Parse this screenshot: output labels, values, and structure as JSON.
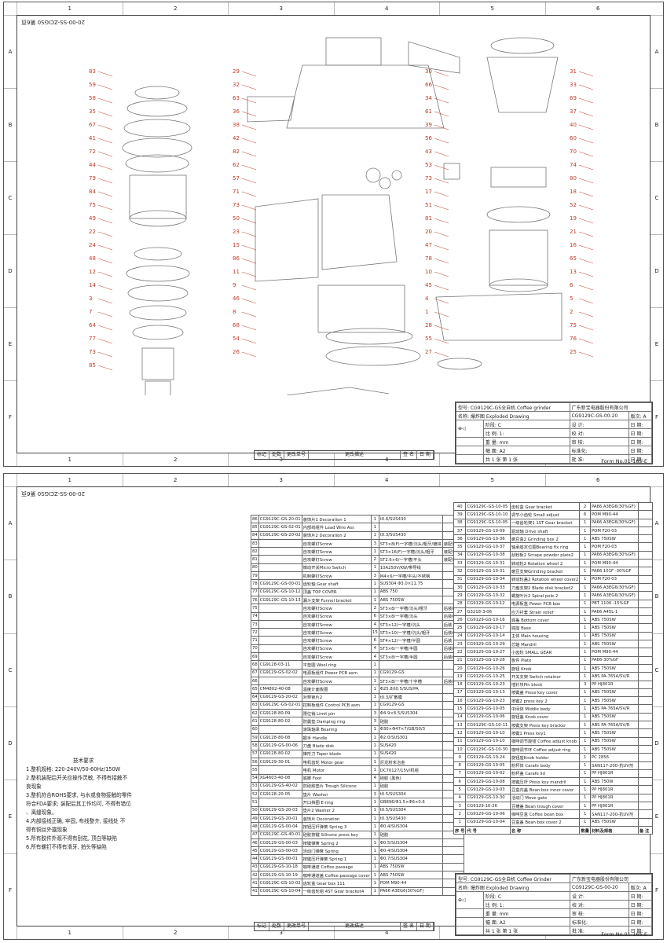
{
  "sheet1": {
    "stamp": "20-00-SS-ZCIGS0 第6页",
    "columns": [
      "1",
      "2",
      "3",
      "4",
      "5",
      "6"
    ],
    "rows": [
      "A",
      "B",
      "C",
      "D",
      "E",
      "F"
    ],
    "form_no": "Form No.01-165-E",
    "callouts": [
      "83",
      "29",
      "30",
      "31",
      "59",
      "32",
      "66",
      "33",
      "58",
      "63",
      "34",
      "69",
      "35",
      "36",
      "61",
      "37",
      "67",
      "38",
      "39",
      "40",
      "41",
      "42",
      "56",
      "60",
      "72",
      "82",
      "43",
      "70",
      "44",
      "62",
      "53",
      "74",
      "79",
      "57",
      "73",
      "80",
      "84",
      "71",
      "17",
      "18",
      "75",
      "73",
      "51",
      "52",
      "49",
      "50",
      "81",
      "19",
      "22",
      "23",
      "20",
      "21",
      "24",
      "15",
      "47",
      "16",
      "48",
      "86",
      "78",
      "65",
      "12",
      "11",
      "10",
      "13",
      "14",
      "9",
      "45",
      "6",
      "3",
      "46",
      "4",
      "5",
      "7",
      "8",
      "1",
      "2",
      "64",
      "68",
      "28",
      "75",
      "77",
      "54",
      "55",
      "76",
      "73",
      "26",
      "27",
      "25",
      "85"
    ],
    "title_block": {
      "model": "型号: CG9129C-GS全自机 Coffee grinder",
      "company": "广东新宝电器股份有限公司",
      "name": "名称: 爆炸图 Exploded Drawing",
      "drawing_no": "CG9129C-GS-00-20",
      "version": "版次: A",
      "stage": "阶段: C",
      "designer": "设 计:",
      "scale": "比 例: 1:",
      "weight": "重 量: mm",
      "size": "幅 面: A2",
      "sheets": "共 1 张 第 1 张",
      "checker": "校 对:",
      "reviewer": "审 核:",
      "standard": "标准化:",
      "approver": "批 准:",
      "date": "日 期:"
    },
    "revision": [
      "标记",
      "处数",
      "更改单号",
      "更改描述",
      "签 名",
      "日 期"
    ]
  },
  "sheet2": {
    "stamp": "20-00-SS-ZCIGS0 第6页",
    "form_no": "Form No.01-165-E",
    "notes_title": "技术要求",
    "notes": [
      "1.整机规格: 220-240V/50-60Hz/150W",
      "2.整机装配后开关应操作灵敏, 不得有接触不",
      "  良现象",
      "3.整机符合ROHS要求, 与水或食物接触的零件",
      "  符合FDA要求; 装配后其工作均可, 不得有错位",
      "  、离缝现象。",
      "4.内部接线正确, 牢固, 布线整齐, 接线处 不",
      "  得有铜丝外露现象",
      "5.所有胶件外观不得有刮花, 顶白等缺陷",
      "6.所有螺钉不得有滑牙, 拍头等缺陷"
    ],
    "bom_left": [
      [
        "86",
        "CG9129C-GS-20-01",
        "装饰片1 Decoration 1",
        "1",
        "t0.6/SUS430",
        ""
      ],
      [
        "85",
        "CG9129C-GS-02-01",
        "内部线组件 Lead Wire Ass",
        "1",
        "",
        ""
      ],
      [
        "84",
        "CG9129C-GS-20-02",
        "装饰片2 Decoration 2",
        "1",
        "t0.3/SUS430",
        ""
      ],
      [
        "83",
        "",
        "自攻螺钉Screw",
        "3",
        "ST3×8(F)一字槽/沉头/粗牙/镀锌",
        "装配包2"
      ],
      [
        "82",
        "",
        "自攻螺钉Screw",
        "1",
        "ST3×16(F)一字槽/沉头/粗牙",
        "装配包2"
      ],
      [
        "81",
        "",
        "自攻螺钉Screw",
        "2",
        "ST2.6×6/一字槽/平头",
        "装配包2"
      ],
      [
        "80",
        "",
        "微动开关Micro Switch",
        "1",
        "10A250V/KW/带导线",
        ""
      ],
      [
        "79",
        "",
        "机制螺钉Screw",
        "3",
        "M4×6/一字槽/平头/不锈钢",
        ""
      ],
      [
        "78",
        "CG9129C-GS-00-01",
        "齿轮轴 Gear shaft",
        "1",
        "SUS304 Φ3.0×11.75",
        ""
      ],
      [
        "77",
        "CG9129C-GS-10-12",
        "顶盖 TOP COVER",
        "1",
        "ABS 750",
        ""
      ],
      [
        "76",
        "CG9129C-GS-10-13",
        "漏斗支架 Funnel bracket",
        "1",
        "ABS 750SW",
        ""
      ],
      [
        "75",
        "",
        "自攻螺钉Screw",
        "2",
        "ST3×8/一字槽/沉头/粗牙",
        "后装组合2"
      ],
      [
        "74",
        "",
        "自攻螺钉Screw",
        "6",
        "ST3×8/一字槽/沉头",
        "后装组合"
      ],
      [
        "73",
        "",
        "自攻螺钉Screw",
        "4",
        "ST3×12/一字槽/沉头",
        "后装"
      ],
      [
        "72",
        "",
        "自攻螺钉Screw",
        "15",
        "ST3×10/一字槽/沉头/粗牙",
        "后装组合"
      ],
      [
        "71",
        "",
        "自攻螺钉Screw",
        "6",
        "ST4×12/一字槽/半圆",
        "后装"
      ],
      [
        "70",
        "",
        "自攻螺钉Screw",
        "4",
        "ST3×6/一字槽/半圆",
        "后装组合2"
      ],
      [
        "69",
        "",
        "自攻螺钉Screw",
        "4",
        "ST3×8/一字槽/半圆",
        "后装组合"
      ],
      [
        "68",
        "CG9128-03-11",
        "平垫圈 Wool ring",
        "1",
        "",
        ""
      ],
      [
        "67",
        "CG9129-GS-02-02",
        "电源板组件 Power PCB asm",
        "1",
        "CG9129-GS",
        ""
      ],
      [
        "66",
        "",
        "自攻螺钉Screw",
        "1",
        "ST3×8/一字槽/十字槽",
        "后装组合"
      ],
      [
        "65",
        "CM4802-40-08",
        "温度计面板圈",
        "1",
        "Φ25.8/t0.5/SUS/PA",
        ""
      ],
      [
        "64",
        "CG9129-GS-20-02",
        "对穿锁片2",
        "1",
        "t0.3/扩散膜",
        ""
      ],
      [
        "63",
        "CG9129C-GS-02-01",
        "控制板组件 Control PCB asm",
        "1",
        "CG9129-GS",
        ""
      ],
      [
        "62",
        "CG9128-80-09",
        "限位销 Limit pin",
        "3",
        "Φ4.9×8.5/SUS304",
        ""
      ],
      [
        "61",
        "CG9128-80-02",
        "防震垫 Damping ring",
        "3",
        "硅胶",
        ""
      ],
      [
        "60",
        "",
        "滚珠轴承 Bearing",
        "1",
        "Φ30×Φ47×7/GB/S0/3",
        ""
      ],
      [
        "59",
        "CG9128-80-08",
        "握手 Handle",
        "1",
        "Φ2.0/SUS301",
        ""
      ],
      [
        "58",
        "CG9129-GS-00-06",
        "刀盘 Blade disk",
        "1",
        "SUS420",
        ""
      ],
      [
        "57",
        "CG9128-80-02",
        "锥形刀 Taper blade",
        "1",
        "SUS420",
        ""
      ],
      [
        "56",
        "CG9129-30-01",
        "电机齿轮 Motor gear",
        "1",
        "尼龙粉末冶金",
        ""
      ],
      [
        "55",
        "",
        "电机 Motor",
        "1",
        "DC70127/15V/机组",
        ""
      ],
      [
        "54",
        "XG4603-40-08",
        "底脚 Foot",
        "4",
        "硅胶 (黑色)",
        ""
      ],
      [
        "53",
        "CG9129-GS-40-02",
        "防硅胶垫片 Trough Silicone",
        "1",
        "硅胶",
        ""
      ],
      [
        "52",
        "CG9128-20-05",
        "垫片 Washer",
        "3",
        "t0.5/SUS304",
        ""
      ],
      [
        "51",
        "",
        "开口挡圈 E-ring",
        "1",
        "GB896/Φ1.5×Φ6×0.6",
        ""
      ],
      [
        "50",
        "CG9129-GS-20-03",
        "垫片2 Washer 2",
        "1",
        "t0.5/SUS304",
        ""
      ],
      [
        "49",
        "CG9129-GS-20-01",
        "装饰片 Decoration",
        "1",
        "t0.3/SUS430",
        ""
      ],
      [
        "48",
        "CG9129-GS-00-04",
        "按钮压杆弹簧 Spring 3",
        "1",
        "Φ0.4/SUS304",
        ""
      ],
      [
        "47",
        "CG9129C-GS-40-01",
        "硅胶按键 Silicone press key",
        "1",
        "硅胶",
        ""
      ],
      [
        "46",
        "CG9129-GS-00-03",
        "按键弹簧 Spring 2",
        "1",
        "Φ0.5/SUS304",
        ""
      ],
      [
        "45",
        "CG9129-GS-00-03",
        "活动门弹簧 Spring",
        "1",
        "Φ0.4/SUS304",
        ""
      ],
      [
        "44",
        "CG9129-GS-00-01",
        "按键压杆弹簧 Spring 1",
        "1",
        "Φ0.7/SUS304",
        ""
      ],
      [
        "43",
        "CG9129-GS-10-18",
        "咖啡通道 Coffee passage",
        "1",
        "ABS 750SW",
        ""
      ],
      [
        "42",
        "CG9129-GS-10-19",
        "咖啡通道盖 Coffee passage cover",
        "1",
        "ABS 750SW",
        ""
      ],
      [
        "41",
        "CG9129C-GS-10-02",
        "齿轮盒 Gear box 111",
        "1",
        "POM M90-44",
        ""
      ],
      [
        "41",
        "CG9129C-GS-10-04",
        "一级齿轮组 4ST Gear bracket4",
        "1",
        "PA66 A3EG6(30%GF)",
        ""
      ]
    ],
    "bom_right": [
      [
        "40",
        "CG9129C-GS-10-05",
        "齿轮盒 Gear bracket",
        "2",
        "PA66 A3EG6(30%GF)",
        ""
      ],
      [
        "39",
        "CG9129C-GS-10-10",
        "调节小齿轮 Small adjust",
        "6",
        "POM M90-44",
        ""
      ],
      [
        "38",
        "CG9129C-GS-10-05",
        "一级齿轮架1 1ST Gear bracket",
        "1",
        "PA66 A3EG6(30%GF)",
        ""
      ],
      [
        "37",
        "CG9129-GS-10-09",
        "驱动轴 Drive shaft",
        "1",
        "POM F20-03",
        ""
      ],
      [
        "36",
        "CG9129-GS-10-36",
        "磨豆盒2 Grinding box 2",
        "1",
        "ABS 750SW",
        ""
      ],
      [
        "35",
        "CG9129-GS-10-37",
        "轴承座定位圈Bearing fix ring",
        "1",
        "POM F20-03",
        ""
      ],
      [
        "34",
        "CG9129-GS-10-38",
        "刮粉板2 Scrape powder plate2",
        "1",
        "PA66 A3EG6(30%GF)",
        ""
      ],
      [
        "33",
        "CG9129-GS-10-31",
        "转动轮2 Rotation wheel 2",
        "1",
        "POM M90-44",
        ""
      ],
      [
        "32",
        "CG9129-GS-10-31",
        "磨豆支架Grinding bracket",
        "1",
        "PA66 101F -30%GF",
        ""
      ],
      [
        "31",
        "CG9129-GS-10-34",
        "转动轮盖2 Rotation wheel cover2",
        "1",
        "POM F20-03",
        ""
      ],
      [
        "30",
        "CG9129-GS-10-33",
        "刀盘支架2 Blade disk bracket2",
        "1",
        "PA66 A3EG6(30%GF)",
        ""
      ],
      [
        "29",
        "CG9129-GS-10-32",
        "螺旋叶片2 Spiral pole 2",
        "1",
        "PA66 A3EG6(30%GF)",
        ""
      ],
      [
        "28",
        "CG9129-GS-10-12",
        "电源板盒 Power PCB box",
        "1",
        "PBT 1100 -15%GF",
        ""
      ],
      [
        "27",
        "G3218-3-06",
        "应力衬套 Strain relief",
        "1",
        "PA66 A45L-1",
        ""
      ],
      [
        "26",
        "CG9129-GS-10-16",
        "底盖 Bottom cover",
        "1",
        "ABS 750SW",
        ""
      ],
      [
        "25",
        "CG9129-GS-10-17",
        "底座 Base",
        "1",
        "ABS 750SW",
        ""
      ],
      [
        "24",
        "CG9129-GS-10-14",
        "主体 Main housing",
        "1",
        "ABS 750SW",
        ""
      ],
      [
        "23",
        "CG9129-GS-10-29",
        "芯轴 Mandril",
        "1",
        "ABS 750SW",
        ""
      ],
      [
        "22",
        "CG9129-GS-10-27",
        "小齿轮 SMALL GEAR",
        "1",
        "POM M90-44",
        ""
      ],
      [
        "21",
        "CG9129-GS-10-28",
        "板件 Plate",
        "1",
        "PA66-30%GF",
        ""
      ],
      [
        "20",
        "CG9129-GS-10-26",
        "旋钮 Knob",
        "1",
        "ABS 750SW",
        ""
      ],
      [
        "19",
        "CG9129-GS-10-25",
        "开关支架 Switch retainer",
        "1",
        "ABS PA-765A/SV/R",
        ""
      ],
      [
        "18",
        "CG9129-GS-10-23",
        "插针块Pin block",
        "3",
        "PP HJ801R",
        ""
      ],
      [
        "17",
        "CG9129-GS-10-13",
        "按键盖 Press key cover",
        "1",
        "ABS 750SW",
        ""
      ],
      [
        "16",
        "CG9129-GS-10-23",
        "按键2 press key 2",
        "1",
        "ABS 750SW",
        ""
      ],
      [
        "15",
        "CG9129-GS-10-05",
        "中间体 Middle body",
        "1",
        "ABS PA-765A/SV/R",
        ""
      ],
      [
        "14",
        "CG9129-GS-10-06",
        "旋钮盖 Knob cover",
        "1",
        "ABS 750SW",
        ""
      ],
      [
        "13",
        "CG9129C-GS-10-11",
        "按键支架 Press key bracker",
        "1",
        "ABS PA-765A/SV/R",
        ""
      ],
      [
        "12",
        "CG9129-GS-10-10",
        "按键1 Press key1",
        "1",
        "ABS 750SW",
        ""
      ],
      [
        "11",
        "CG9129-GS-10-10",
        "咖啡调节旋钮 Coffee adjust knob",
        "1",
        "ABS 750SW",
        ""
      ],
      [
        "10",
        "CG9129C-GS-10-30",
        "咖啡调节环 Coffee adjust ring",
        "1",
        "ABS 750SW",
        ""
      ],
      [
        "9",
        "CG9129-GS-10-24",
        "旋钮座Knob holder",
        "1",
        "PC 2856",
        ""
      ],
      [
        "8",
        "CG9129-GS-10-05",
        "粉杯体 Carafe body",
        "1",
        "SAN117-200-抗UV剂",
        ""
      ],
      [
        "7",
        "CG9129-GS-10-02",
        "粉杯盖 Carafe lid",
        "1",
        "PP HJ801R",
        ""
      ],
      [
        "6",
        "CG9129-GS-10-08",
        "按键压杆 Press key mandril",
        "1",
        "ABS 750W",
        ""
      ],
      [
        "5",
        "CG9129-GS-10-03",
        "豆盒内盖 Bean box inner cover",
        "1",
        "PP HJ801R",
        ""
      ],
      [
        "4",
        "CG9129-GS-10-30",
        "活动门 Move gate",
        "1",
        "PP HJ801R",
        ""
      ],
      [
        "3",
        "CG9129-10-26",
        "豆槽盖 Bean trough cover",
        "1",
        "PP HJ801R",
        ""
      ],
      [
        "2",
        "CG9129-GS-10-06",
        "咖啡豆盒 Coffee bean box",
        "1",
        "SAN117-200-抗UV剂",
        ""
      ],
      [
        "1",
        "CG9129-GS-10-04",
        "豆盒盖 Bean box cover 2",
        "1",
        "ABS 750SW",
        ""
      ]
    ],
    "bom_header": [
      "序 号",
      "代 号",
      "名 称",
      "数量",
      "材料及规格",
      "备 注"
    ],
    "title_block": {
      "model": "型号: CG9129C-GS全自机 Coffee Grinder",
      "company": "广东新宝电器股份有限公司",
      "name": "名称: 爆炸图 Exploded Drawing",
      "drawing_no": "CG9129C-GS-00-20",
      "version": "版次: A",
      "stage": "阶段: C",
      "designer": "设 计:",
      "scale": "比 例: 1:",
      "weight": "重 量: mm",
      "size": "幅 面: A2",
      "sheets": "共 1 张 第 1 张",
      "checker": "校 对:",
      "reviewer": "审 核:",
      "standard": "标准化:",
      "approver": "批 准:",
      "date": "日 期:"
    },
    "revision": [
      "标记",
      "处数",
      "更改单号",
      "更改描述",
      "签 名",
      "日 期"
    ]
  },
  "colors": {
    "callout": "#c0392b",
    "line": "#777777",
    "border": "#444444"
  }
}
